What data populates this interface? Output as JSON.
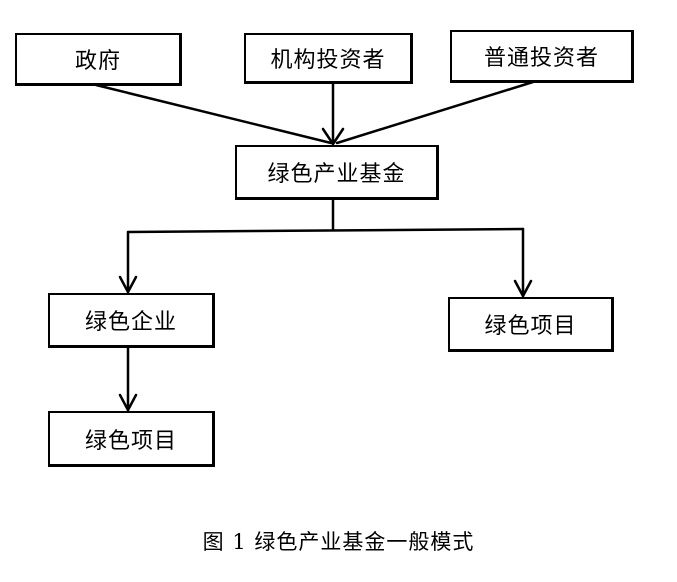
{
  "nodes": {
    "government": "政府",
    "institutional_investors": "机构投资者",
    "ordinary_investors": "普通投资者",
    "green_industry_fund": "绿色产业基金",
    "green_enterprise": "绿色企业",
    "green_project_right": "绿色项目",
    "green_project_bottom": "绿色项目"
  },
  "caption": "图 1 绿色产业基金一般模式"
}
